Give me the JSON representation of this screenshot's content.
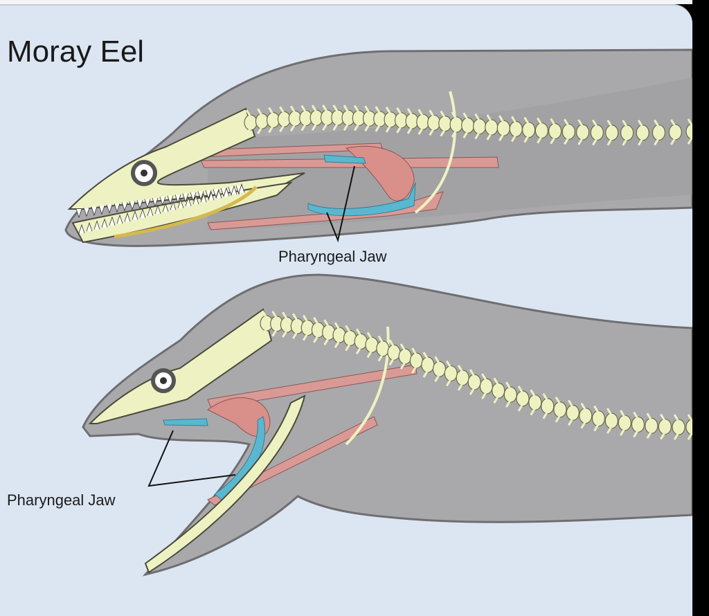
{
  "title": "Moray Eel",
  "labels": {
    "top_pharyngeal_jaw": "Pharyngeal Jaw",
    "bottom_pharyngeal_jaw": "Pharyngeal Jaw"
  },
  "colors": {
    "background": "#dce6f2",
    "body": "#a9a9ab",
    "bone": "#eef2c2",
    "muscle": "#d99a96",
    "pharyngeal_jaw": "#5bb7d0"
  }
}
